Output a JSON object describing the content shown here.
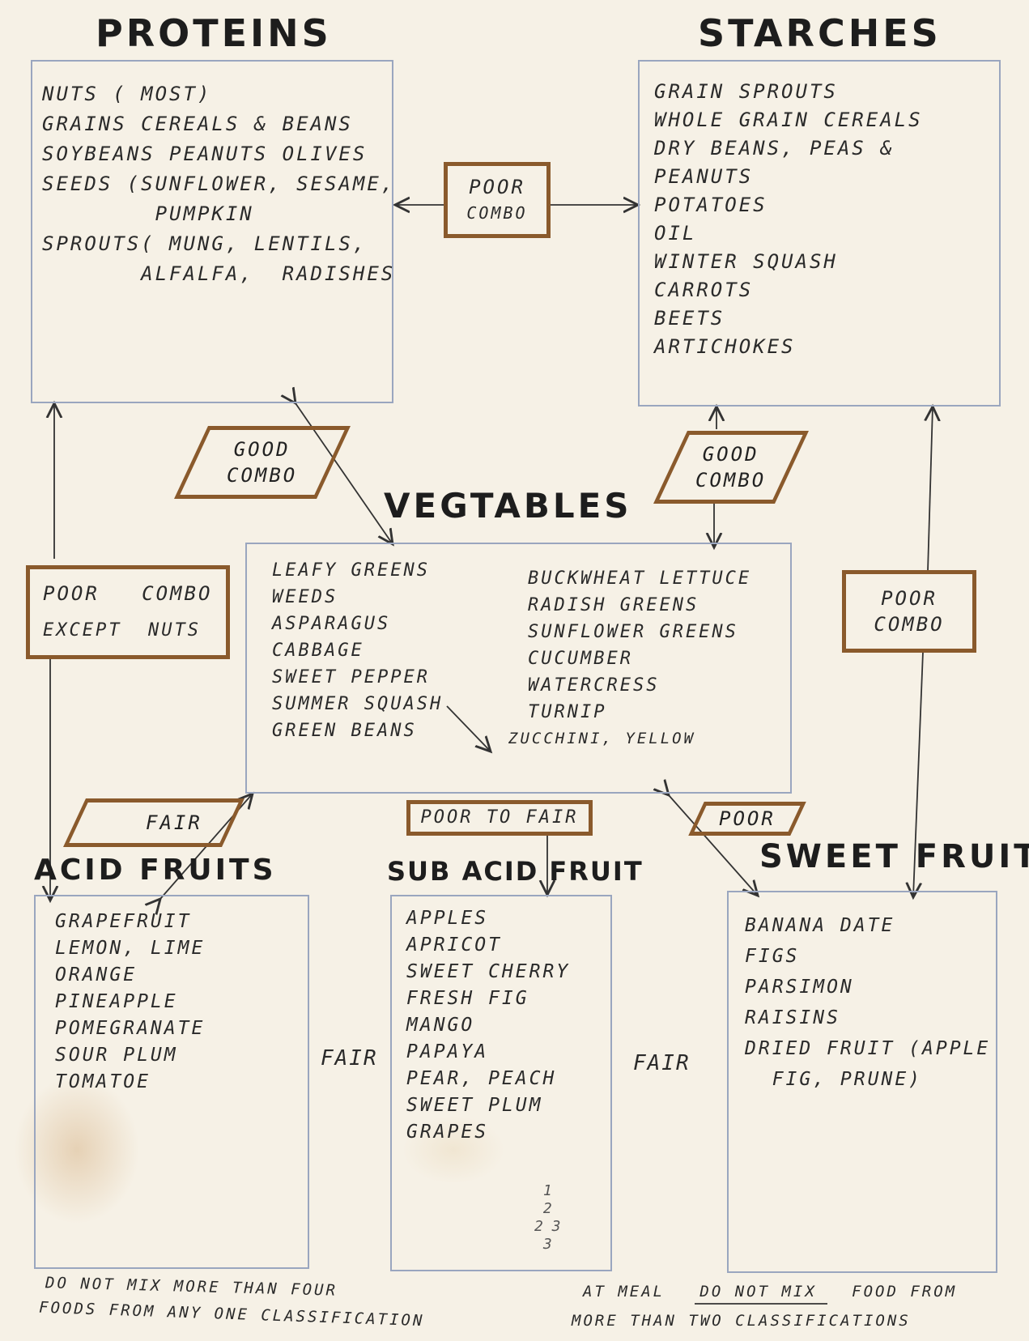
{
  "titles": {
    "proteins": "PROTEINS",
    "starches": "STARCHES",
    "vegetables": "VEGTABLES",
    "acid_fruits": "ACID FRUITS",
    "sub_acid_fruit": "SUB ACID FRUIT",
    "sweet_fruits": "SWEET FRUITS"
  },
  "proteins": [
    "NUTS ( MOST)",
    "GRAINS   CEREALS & BEANS",
    "SOYBEANS  PEANUTS  OLIVES",
    "SEEDS (SUNFLOWER, SESAME,",
    "        PUMPKIN",
    "SPROUTS( MUNG,  LENTILS,",
    "       ALFALFA,  RADISHES"
  ],
  "starches": [
    "GRAIN  SPROUTS",
    "WHOLE  GRAIN  CEREALS",
    "DRY  BEANS, PEAS &",
    "PEANUTS",
    "POTATOES",
    "OIL",
    "WINTER  SQUASH",
    "CARROTS",
    "BEETS",
    "ARTICHOKES"
  ],
  "vegetables_left": [
    "LEAFY  GREENS",
    "WEEDS",
    "ASPARAGUS",
    "CABBAGE",
    "SWEET  PEPPER",
    "SUMMER  SQUASH",
    "GREEN  BEANS"
  ],
  "vegetables_right": [
    "BUCKWHEAT  LETTUCE",
    "RADISH  GREENS",
    "SUNFLOWER  GREENS",
    "CUCUMBER",
    "WATERCRESS",
    "TURNIP",
    "ZUCCHINI, YELLOW"
  ],
  "acid_fruits": [
    "GRAPEFRUIT",
    "LEMON, LIME",
    "ORANGE",
    "PINEAPPLE",
    "POMEGRANATE",
    "SOUR  PLUM",
    "TOMATOE"
  ],
  "sub_acid_fruits": [
    "APPLES",
    "APRICOT",
    "SWEET  CHERRY",
    "FRESH  FIG",
    "MANGO",
    "PAPAYA",
    "PEAR, PEACH",
    "SWEET  PLUM",
    "GRAPES"
  ],
  "sweet_fruits": [
    "BANANA   DATE",
    "FIGS",
    "PARSIMON",
    "RAISINS",
    "DRIED  FRUIT (APPLE",
    "  FIG, PRUNE)"
  ],
  "combos": {
    "proteins_starches": [
      "POOR",
      "COMBO"
    ],
    "proteins_vegetables": [
      "GOOD",
      "COMBO"
    ],
    "starches_vegetables": [
      "GOOD",
      "COMBO"
    ],
    "proteins_acid": [
      "POOR   COMBO",
      "EXCEPT  NUTS"
    ],
    "starches_sweet": [
      "POOR",
      "COMBO"
    ],
    "vegetables_acid": "FAIR",
    "vegetables_subacid": "POOR TO FAIR",
    "vegetables_sweet": "POOR",
    "acid_subacid": "FAIR",
    "subacid_sweet": "FAIR"
  },
  "notes": {
    "left": [
      "DO NOT  MIX  MORE  THAN  FOUR",
      "FOODS  FROM  ANY  ONE  CLASSIFICATION"
    ],
    "right_prefix": "AT MEAL",
    "right_underlined": "DO NOT MIX",
    "right_suffix": "FOOD  FROM",
    "right_line2": "MORE  THAN   TWO  CLASSIFICATIONS",
    "page_marks": [
      "1",
      "2",
      "2 3",
      "3"
    ]
  },
  "colors": {
    "ink": "#2a2a2a",
    "box_border": "#9aa6bf",
    "combo_border": "#8a5a2c",
    "paper": "#f6f1e6"
  }
}
